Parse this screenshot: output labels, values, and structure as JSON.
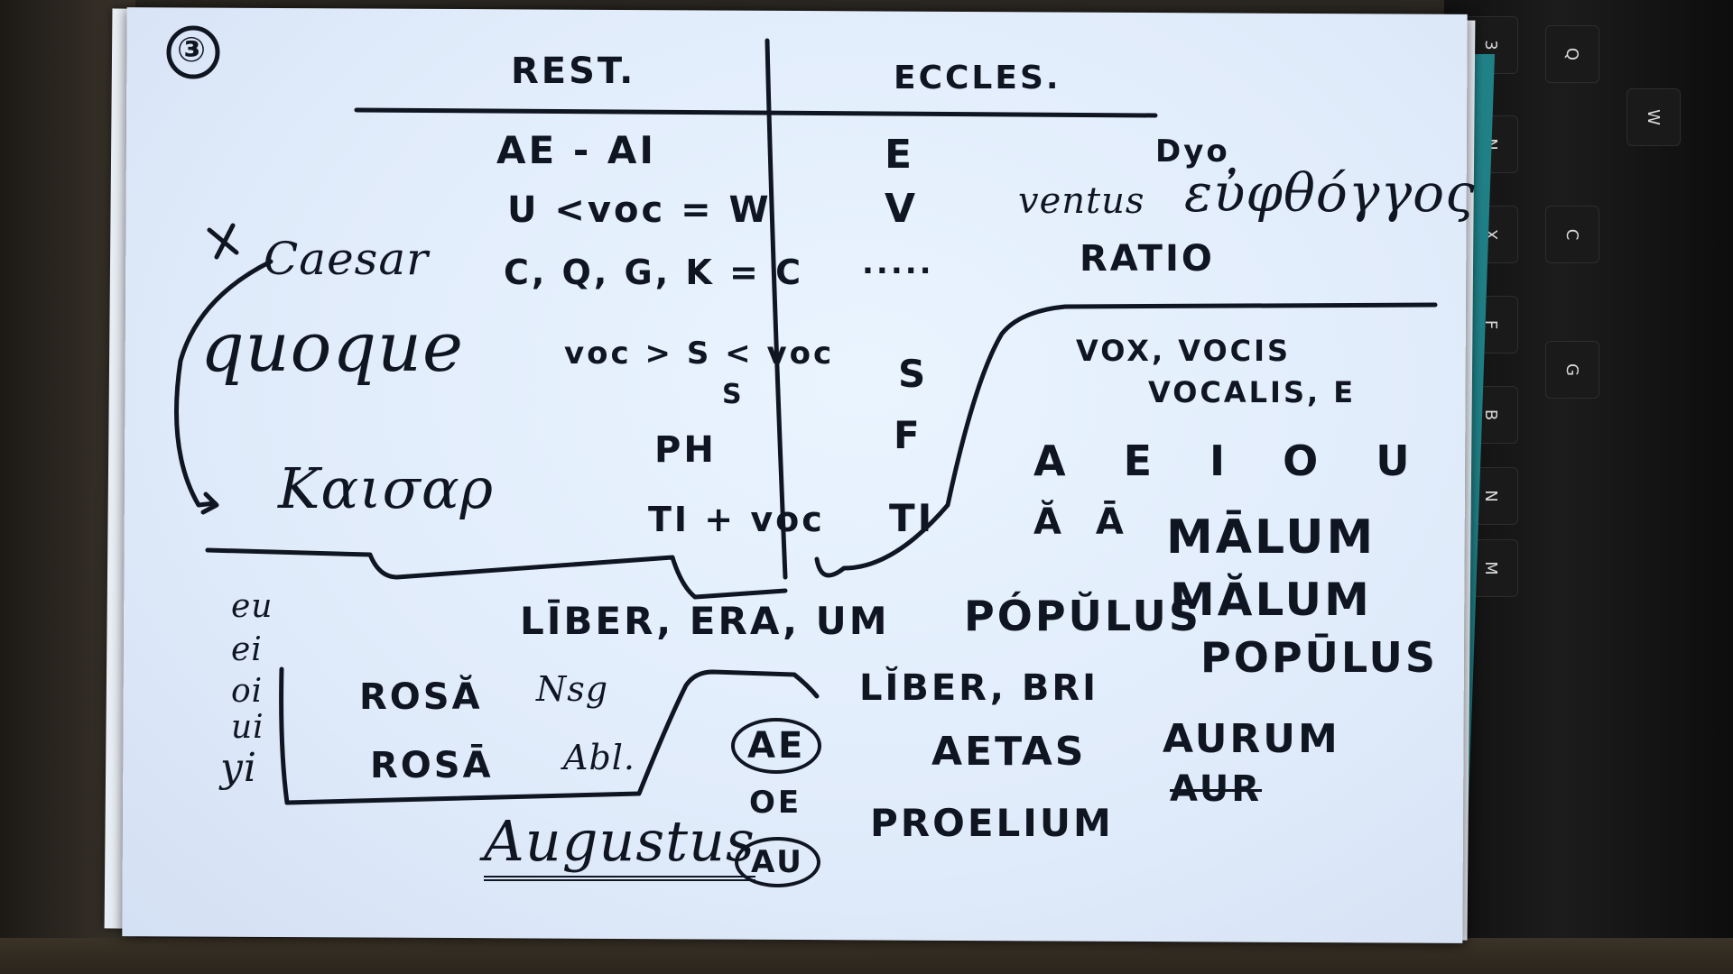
{
  "sheet": {
    "page_number": "③",
    "columns": {
      "restored": "REST.",
      "ecclesiastical": "ECCLES."
    },
    "rows": [
      {
        "rest": "AE - AI",
        "eccl": "E"
      },
      {
        "rest": "U <voc = W",
        "eccl": "V"
      },
      {
        "rest": "C, Q, G, K = C",
        "eccl": "....."
      },
      {
        "rest": "voc > S < voc",
        "rest_sub": "S",
        "eccl": "S"
      },
      {
        "rest": "PH",
        "eccl": "F"
      },
      {
        "rest": "TI + voc",
        "eccl": "TI"
      }
    ],
    "margin_notes": {
      "caesar": "Caesar",
      "quoque": "quoque",
      "greek_kaisar": "Kαισαρ"
    },
    "right_notes": {
      "dyo": "Dyo",
      "ventus": "ventus",
      "greek_word": "εὐφθόγγος",
      "ratio": "RATIO",
      "vox": "VOX, VOCIS",
      "vocalis": "VOCALIS, E",
      "vowels": "A E I O U",
      "breve_long": "Ă Ā",
      "malum_long": "MĀLUM",
      "malum_short": "MĂLUM",
      "populus_long": "POPŪLUS"
    },
    "bottom": {
      "diphthongs": [
        "eu",
        "ei",
        "oi",
        "ui",
        "yi"
      ],
      "liber_adj": "LĪBER, ERA, UM",
      "populus_short": "PÓPŬLUS",
      "rosa_nom": "ROSĂ",
      "rosa_nom_tag": "Nsg",
      "rosa_abl": "ROSĀ",
      "rosa_abl_tag": "Abl.",
      "liber_noun": "LĬBER, BRI",
      "ae": "AE",
      "oe": "OE",
      "au": "AU",
      "aetas": "AETAS",
      "aurum": "AURUM",
      "aur_struck": "AUR",
      "proelium": "PROELIUM",
      "augustus": "Augustus"
    }
  }
}
